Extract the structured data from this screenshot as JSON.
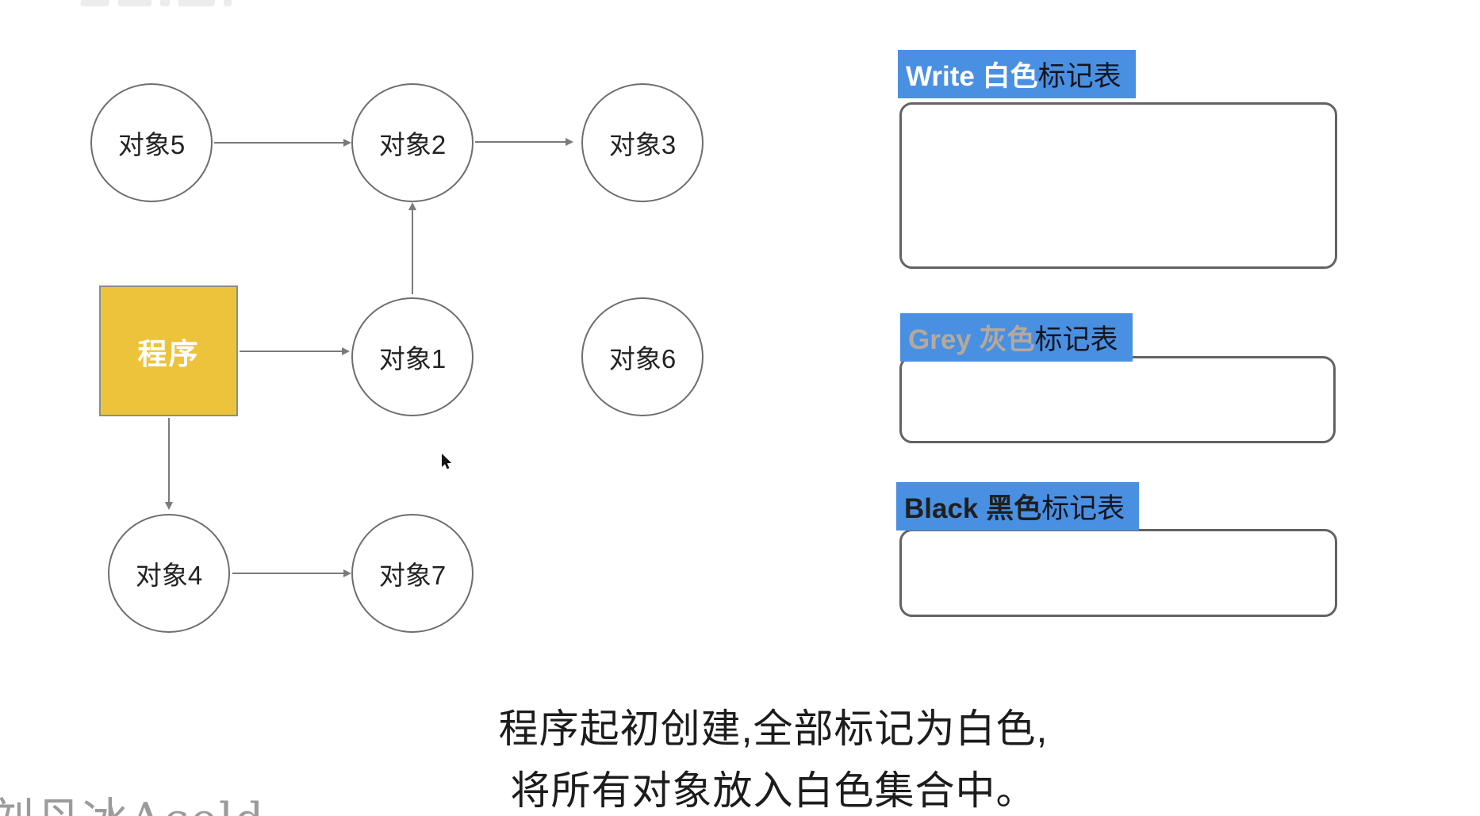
{
  "scene": {
    "background": "#ffffff",
    "accent_blue": "#4a90e2"
  },
  "diagram": {
    "program": {
      "label": "程序",
      "fill": "#eec33c",
      "text_color": "#ffffff"
    },
    "nodes": [
      {
        "label": "对象5"
      },
      {
        "label": "对象2"
      },
      {
        "label": "对象3"
      },
      {
        "label": "对象1"
      },
      {
        "label": "对象6"
      },
      {
        "label": "对象4"
      },
      {
        "label": "对象7"
      }
    ],
    "edges": [
      {
        "from": "对象5",
        "to": "对象2"
      },
      {
        "from": "对象2",
        "to": "对象3"
      },
      {
        "from": "对象1",
        "to": "对象2"
      },
      {
        "from": "程序",
        "to": "对象1"
      },
      {
        "from": "程序",
        "to": "对象4"
      },
      {
        "from": "对象4",
        "to": "对象7"
      }
    ],
    "edge_color": "#7a7a7a",
    "node_border_color": "#6e6e6e"
  },
  "tables": [
    {
      "title": "Write 白色",
      "suffix": "标记表",
      "header_bg": "#4a90e2",
      "title_color": "#ffffff",
      "suffix_color": "#15151e"
    },
    {
      "title": "Grey 灰色",
      "suffix": "标记表",
      "header_bg": "#4a90e2",
      "title_color": "#b5a99c",
      "suffix_color": "#15151e"
    },
    {
      "title": "Black 黑色",
      "suffix": "标记表",
      "header_bg": "#4a90e2",
      "title_color": "#1f1f1f",
      "suffix_color": "#15151e"
    }
  ],
  "caption": {
    "line1": "程序起初创建,全部标记为白色,",
    "line2": "将所有对象放入白色集合中。"
  },
  "watermark": {
    "text": "刘丹冰Aceld"
  }
}
